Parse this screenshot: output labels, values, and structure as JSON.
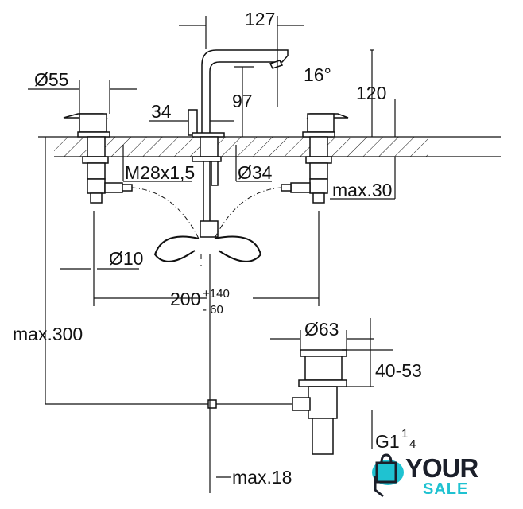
{
  "dimensions": {
    "spout_reach": "127",
    "handle_diameter": "Ø55",
    "spout_angle": "16°",
    "spout_outlet_height": "97",
    "spout_height": "120",
    "spout_base_width": "34",
    "thread": "M28x1,5",
    "hole_diameter": "Ø34",
    "deck_thickness": "max.30",
    "supply_diameter": "Ø10",
    "center_distance": "200",
    "center_tolerance_plus": "+140",
    "center_tolerance_minus": "-  60",
    "max_height_below": "max.300",
    "drain_diameter": "Ø63",
    "drain_range": "40-53",
    "drain_thread": "G1",
    "drain_thread_fraction_num": "1",
    "drain_thread_fraction_den": "4",
    "rod_length": "max.18"
  },
  "logo": {
    "line1": "YOUR",
    "line2": "SALE",
    "color_dark": "#1b1f2a",
    "color_accent": "#1fc2d1"
  }
}
